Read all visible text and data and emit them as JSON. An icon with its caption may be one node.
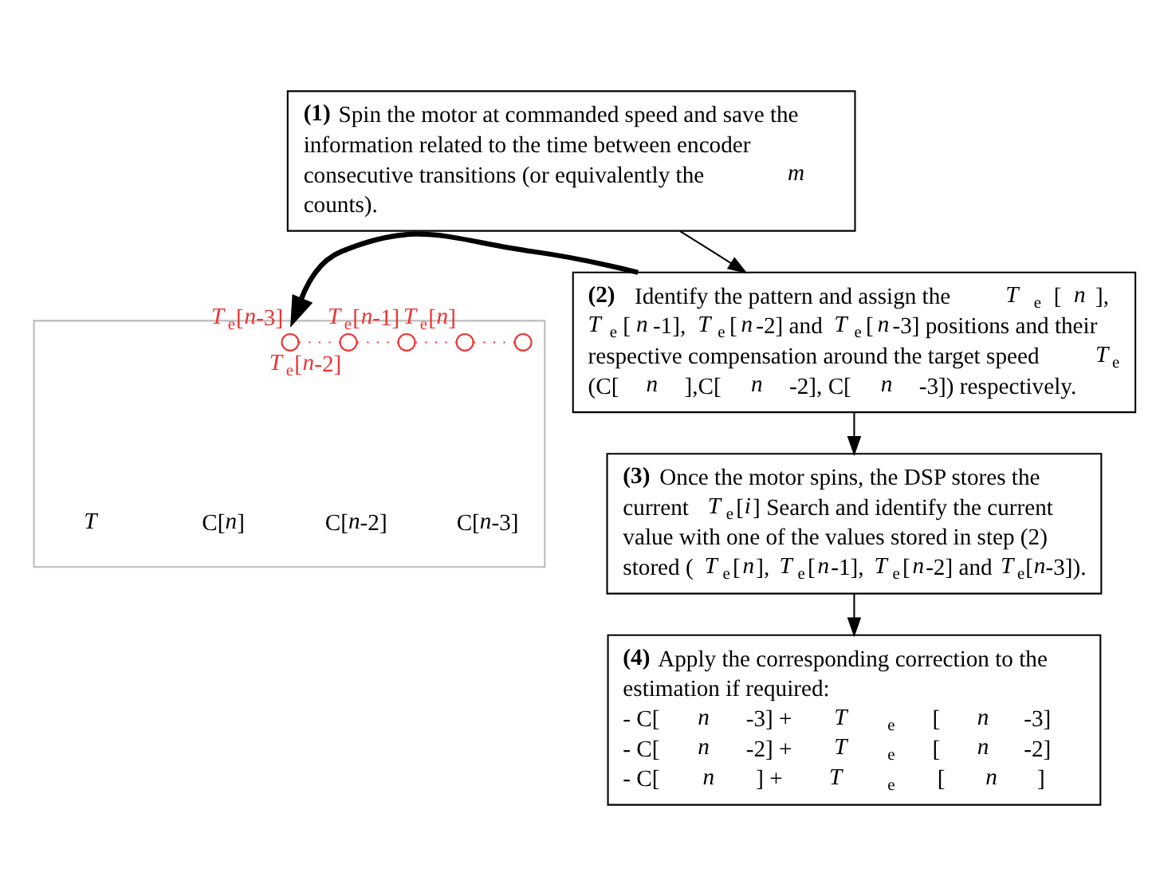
{
  "diagram": {
    "nodes": [
      {
        "text": [
          "**(1)** Spin the motor at commanded speed and save the information related to the time between encoder consecutive transitions (or equivalently the *m* counts)."
        ]
      },
      {
        "text": [
          "**(2)** Identify the pattern and assign the *T*$_{e}$[*n*], *T*$_{e}$[*n*-1], *T*$_{e}$[*n*-2] and *T*$_{e}$[*n*-3] positions and their respective compensation around the target speed *T*$_{e}$ (C[*n*],C[*n*-2], C[*n*-3]) respectively."
        ]
      },
      {
        "text": [
          "**(3)** Once the motor spins, the DSP stores the current *T*$_{e}$[*i*] Search and identify the current value with one of the values stored in step (2) stored (*T*$_{e}$[*n*], *T*$_{e}$[*n*-1], *T*$_{e}$[*n*-2] and *T*$_{e}$[*n*-3])."
        ]
      },
      {
        "text": [
          "**(4)** Apply the corresponding correction to the estimation if required:",
          "- C[*n*-3] + *T*$_{e}$[*n*-3]",
          "- C[*n*-2] + *T*$_{e}$[*n*-2]",
          "- C[*n*] + *T*$_{e}$[*n*]"
        ]
      },
      {
        "text": [],
        "shape": "picture"
      },
      {
        "text": [],
        "shape": "circle",
        "beside": [
          "*T*$_{e}$[*n*-3]"
        ],
        "in": 4
      },
      {
        "text": [],
        "shape": "circle",
        "beside": [
          "*T*$_{e}$[*n*-2]"
        ],
        "in": 4
      },
      {
        "text": [],
        "shape": "circle",
        "beside": [
          "*T*$_{e}$[*n*-1]"
        ],
        "in": 4
      },
      {
        "text": [],
        "shape": "circle",
        "beside": [
          "*T*$_{e}$[*n*]"
        ],
        "in": 4
      },
      {
        "text": [],
        "shape": "circle",
        "in": 4
      }
    ],
    "edges": [
      {
        "from": 0,
        "to": 1,
        "arrow": "to",
        "color": "#000000"
      },
      {
        "from": 1,
        "to": 2,
        "arrow": "to",
        "color": "#000000"
      },
      {
        "from": 2,
        "to": 3,
        "arrow": "to",
        "color": "#000000"
      },
      {
        "from": 1,
        "to": 4,
        "arrow": "to",
        "style": "thick",
        "color": "#000000"
      },
      {
        "from": 5,
        "to": 6,
        "arrow": "none",
        "style": "dashed",
        "color": "#ee3333"
      },
      {
        "from": 6,
        "to": 7,
        "arrow": "none",
        "style": "dashed",
        "color": "#ee3333"
      },
      {
        "from": 7,
        "to": 8,
        "arrow": "none",
        "style": "dashed",
        "color": "#ee3333"
      },
      {
        "from": 8,
        "to": 9,
        "arrow": "none",
        "style": "dashed",
        "color": "#ee3333"
      }
    ],
    "labels": [
      "C[*n*-3]",
      "C[*n*-2]",
      "C[*n*]",
      "*T*"
    ]
  }
}
